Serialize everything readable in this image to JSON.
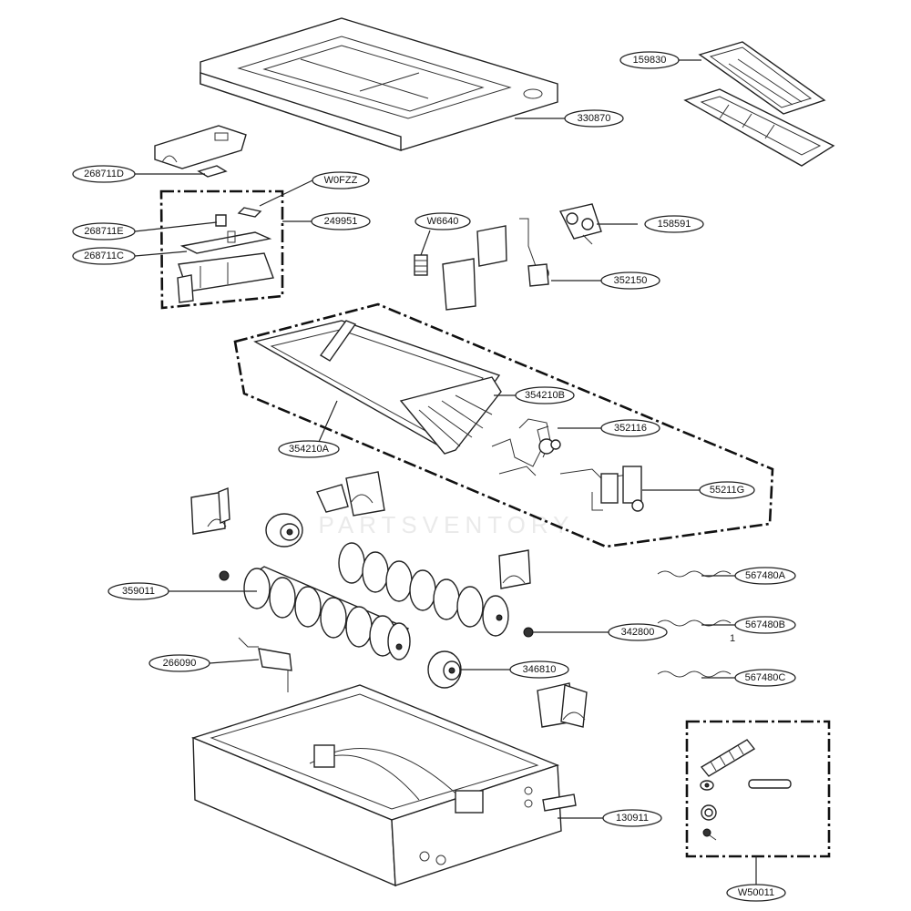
{
  "callouts": {
    "c159830": "159830",
    "c330870": "330870",
    "c268711D": "268711D",
    "c249951": "249951",
    "cW0FZZ": "W0FZZ",
    "c268711E": "268711E",
    "c268711C": "268711C",
    "cW6640": "W6640",
    "c158591": "158591",
    "c352150": "352150",
    "c354210B": "354210B",
    "c352116": "352116",
    "c354210A": "354210A",
    "c55211G": "55211G",
    "c359011": "359011",
    "c567480A": "567480A",
    "c567480B": "567480B",
    "c342800": "342800",
    "c266090": "266090",
    "c346810": "346810",
    "c567480C": "567480C",
    "c130911": "130911",
    "cW50011": "W50011"
  },
  "stray_mark": "1",
  "watermark_text": "PARTSVENTORY"
}
